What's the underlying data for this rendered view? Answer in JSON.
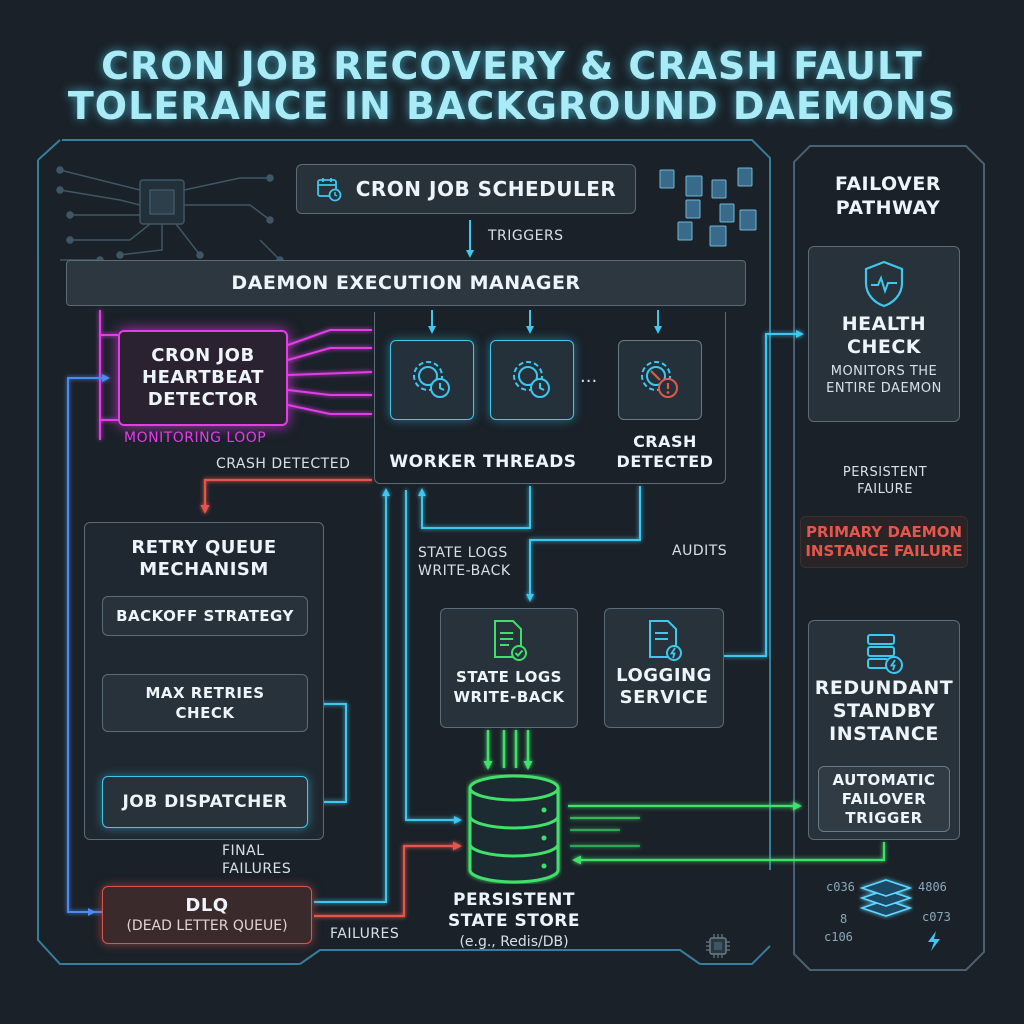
{
  "title": {
    "line1": "CRON JOB RECOVERY & CRASH FAULT",
    "line2": "TOLERANCE IN BACKGROUND DAEMONS"
  },
  "scheduler": {
    "label": "CRON JOB SCHEDULER",
    "icon": "calendar-clock-icon"
  },
  "edges": {
    "triggers": "TRIGGERS",
    "crash_detected": "CRASH DETECTED",
    "state_logs_write_back": [
      "STATE LOGS",
      "WRITE-BACK"
    ],
    "audits": "AUDITS",
    "final_failures": [
      "FINAL",
      "FAILURES"
    ],
    "failures": "FAILURES",
    "persistent_failure": [
      "PERSISTENT",
      "FAILURE"
    ]
  },
  "daemon_manager": {
    "label": "DAEMON EXECUTION MANAGER",
    "worker_threads_label": "WORKER THREADS",
    "ellipsis": "...",
    "crash_label": [
      "CRASH",
      "DETECTED"
    ]
  },
  "heartbeat": {
    "label": [
      "CRON JOB",
      "HEARTBEAT",
      "DETECTOR"
    ],
    "sub": "MONITORING LOOP"
  },
  "retry_queue": {
    "title": [
      "RETRY QUEUE",
      "MECHANISM"
    ],
    "backoff": "BACKOFF STRATEGY",
    "max_retries": [
      "MAX RETRIES",
      "CHECK"
    ],
    "dispatcher": "JOB DISPATCHER"
  },
  "dlq": {
    "label": "DLQ",
    "sub": "(DEAD LETTER QUEUE)"
  },
  "state_logs": {
    "label": [
      "STATE LOGS",
      "WRITE-BACK"
    ]
  },
  "logging": {
    "label": [
      "LOGGING",
      "SERVICE"
    ]
  },
  "store": {
    "label": [
      "PERSISTENT",
      "STATE STORE"
    ],
    "sub": "(e.g., Redis/DB)"
  },
  "failover": {
    "title": [
      "FAILOVER",
      "PATHWAY"
    ],
    "health": {
      "label": [
        "HEALTH",
        "CHECK"
      ],
      "sub": [
        "MONITORS THE",
        "ENTIRE DAEMON"
      ]
    },
    "primary_failure": [
      "PRIMARY DAEMON",
      "INSTANCE FAILURE"
    ],
    "standby": {
      "label": [
        "REDUNDANT",
        "STANDBY",
        "INSTANCE"
      ]
    },
    "auto": [
      "AUTOMATIC",
      "FAILOVER",
      "TRIGGER"
    ],
    "codes": [
      "c036",
      "4806",
      "8",
      "c073",
      "c106"
    ]
  },
  "colors": {
    "cyan": "#3ec8f0",
    "blue": "#4a8bf0",
    "magenta": "#e33ce8",
    "red": "#e4574c",
    "green": "#3fe06a",
    "title": "#a9ecf7"
  }
}
